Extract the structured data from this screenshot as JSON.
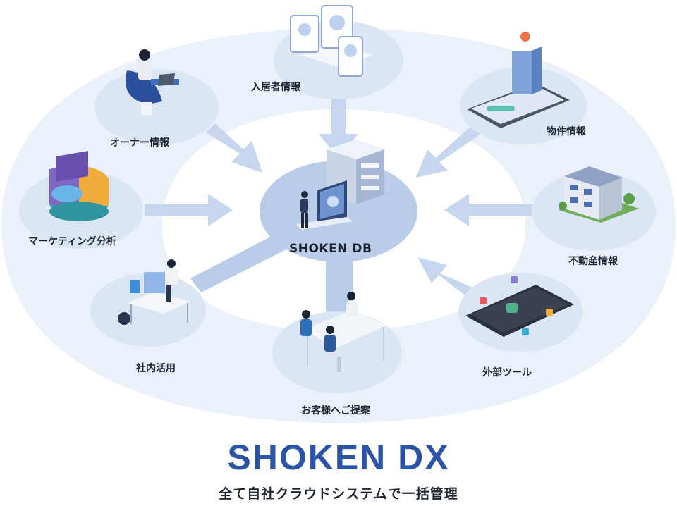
{
  "center": {
    "label": "SHOKEN DB"
  },
  "nodes": {
    "residents": "入居者情報",
    "owner": "オーナー情報",
    "property": "物件情報",
    "marketing": "マーケティング分析",
    "real_estate": "不動産情報",
    "external_tools": "外部ツール",
    "internal_use": "社内活用",
    "proposal": "お客様へご提案"
  },
  "footer": {
    "title": "SHOKEN DX",
    "subtitle": "全て自社クラウドシステムで一括管理"
  },
  "colors": {
    "outer_ring": "#eaf1fa",
    "node_circle": "#dbe6f4",
    "center_circle": "#b9cde8",
    "arrow": "#c5d6ee",
    "title": "#2c54a6"
  }
}
